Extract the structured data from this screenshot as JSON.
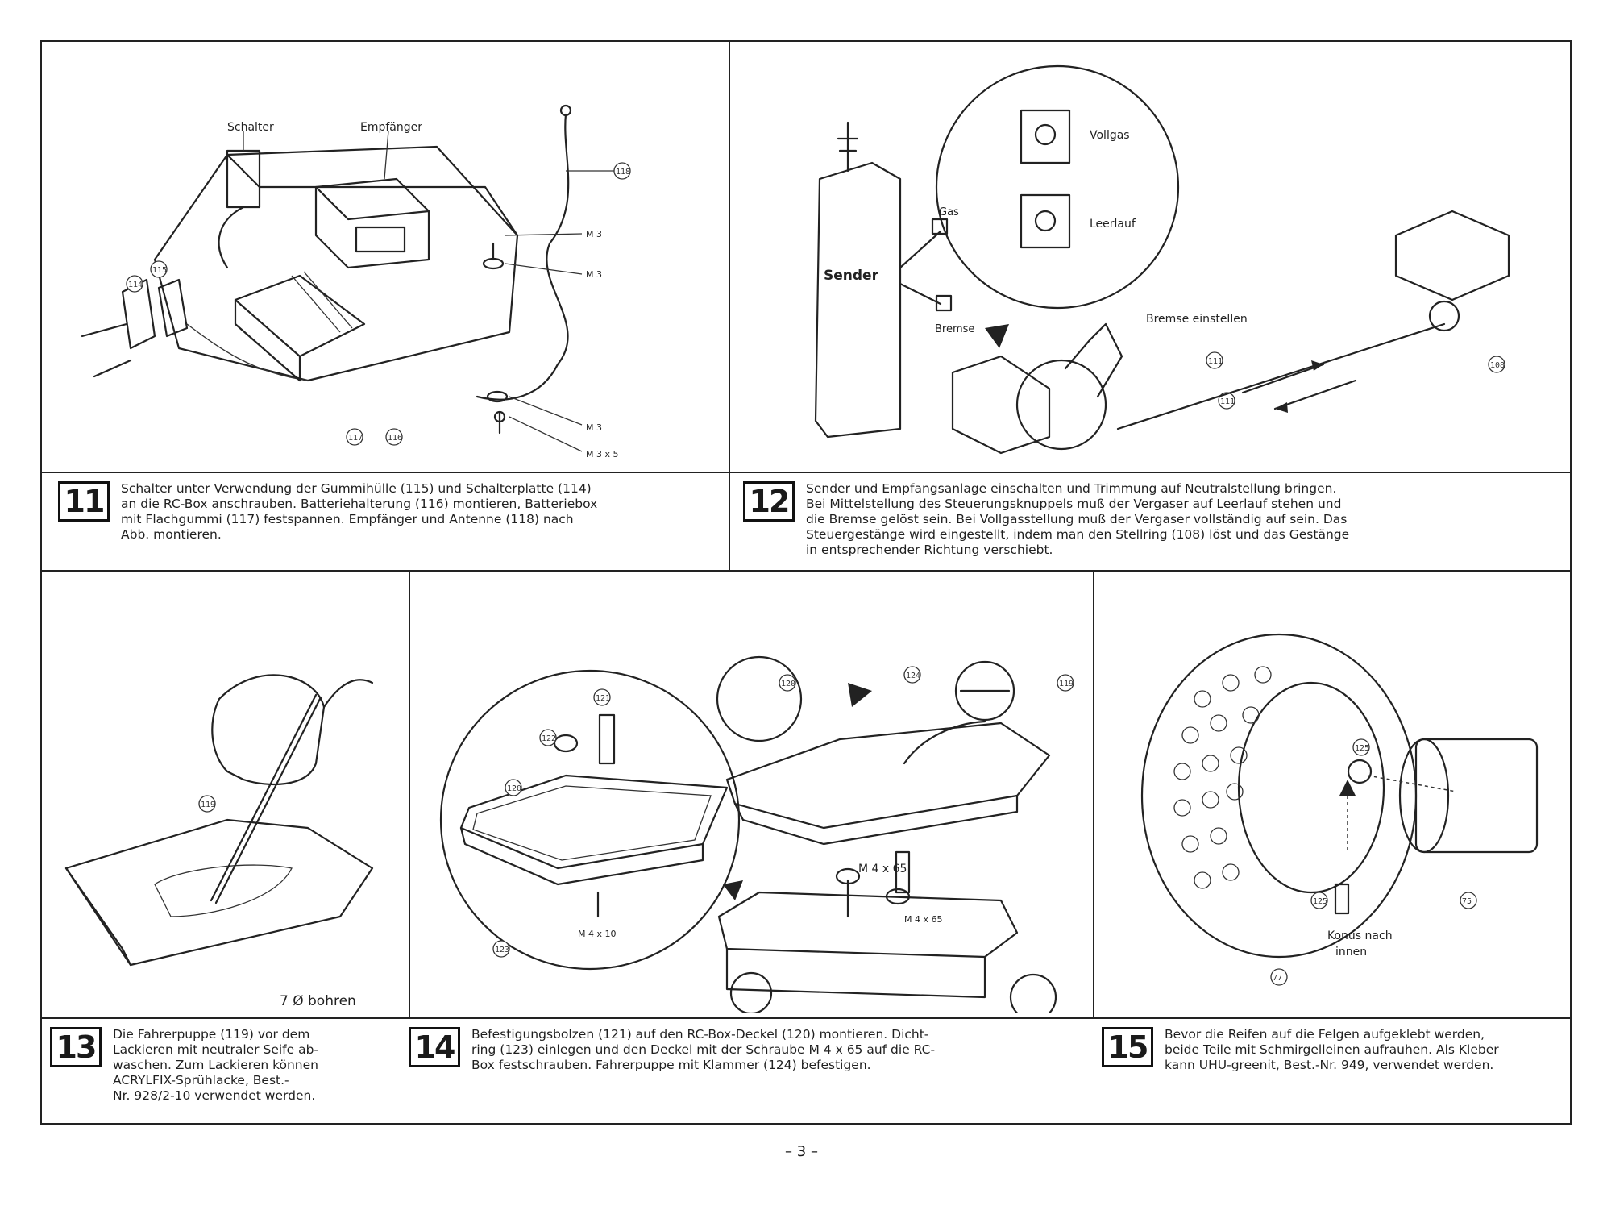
{
  "steps": [
    {
      "number": "11",
      "text": "Schalter unter Verwendung der Gummihülle (115) und Schalterplatte (114)\nan die RC-Box anschrauben. Batteriehalterung (116) montieren, Batteriebox\nmit Flachgummi (117) festspannen. Empfänger und Antenne (118) nach\nAbb. montieren."
    },
    {
      "number": "12",
      "text": "Sender und Empfangsanlage einschalten und Trimmung auf Neutralstellung bringen.\nBei Mittelstellung des Steuerungsknuppels muß der Vergaser auf Leerlauf stehen und\ndie Bremse gelöst sein. Bei Vollgasstellung muß der Vergaser vollständig auf sein. Das\nSteuergestänge wird eingestellt, indem man den Stellring (108) löst und das Gestänge\nin entsprechender Richtung verschiebt."
    },
    {
      "number": "13",
      "text": "Die Fahrerpuppe (119) vor dem\nLackieren mit neutraler Seife ab-\nwaschen. Zum Lackieren können\nACRYLFIX-Sprühlacke, Best.-\nNr. 928/2-10 verwendet werden."
    },
    {
      "number": "14",
      "text": "Befestigungsbolzen (121) auf den RC-Box-Deckel (120) montieren. Dicht-\nring (123) einlegen und den Deckel mit der Schraube M 4 x 65 auf die RC-\nBox festschrauben. Fahrerpuppe mit Klammer (124) befestigen."
    },
    {
      "number": "15",
      "text": "Bevor die Reifen auf die Felgen aufgeklebt werden,\nbeide Teile mit Schmirgelleinen aufrauhen. Als Kleber\nkann UHU-greenit, Best.-Nr. 949, verwendet werden."
    }
  ],
  "fig11": {
    "label_schalter": "Schalter",
    "label_empfaenger": "Empfänger",
    "m3_a": "M 3",
    "m3_b": "M 3",
    "m3_c": "M 3",
    "m3x5": "M 3 x 5"
  },
  "fig12": {
    "sender": "Sender",
    "gas": "Gas",
    "bremse": "Bremse",
    "vollgas": "Vollgas",
    "leerlauf": "Leerlauf",
    "bremse_einstellen": "Bremse einstellen"
  },
  "fig13": {
    "bohren": "7 Ø bohren"
  },
  "fig14": {
    "m4x65_a": "M 4 x 65",
    "m4x65_b": "M 4 x 65",
    "m4x10": "M 4 x 10"
  },
  "fig15": {
    "konus": "Konus nach",
    "innen": "innen"
  },
  "page_number": "– 3 –"
}
